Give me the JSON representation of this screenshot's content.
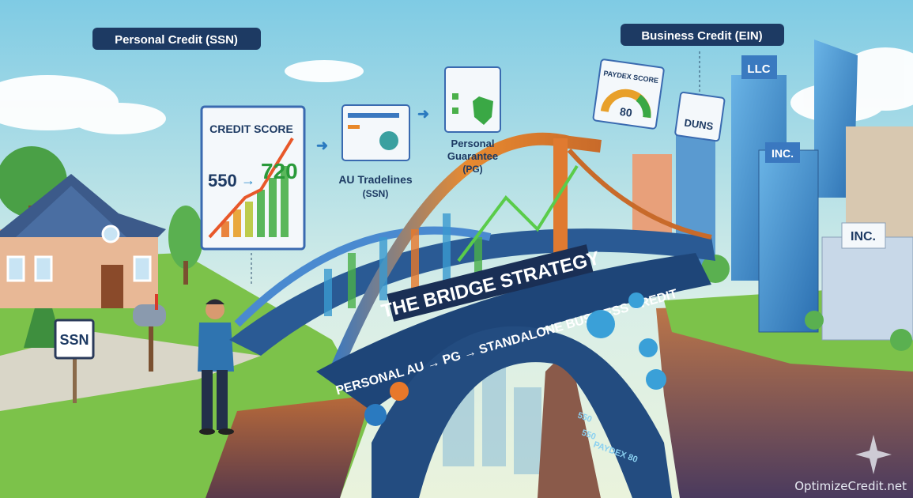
{
  "labels": {
    "personal_credit": "Personal Credit (SSN)",
    "business_credit": "Business Credit (EIN)"
  },
  "credit_score_card": {
    "title": "CREDIT SCORE",
    "from": "550",
    "arrow": "→",
    "to": "720"
  },
  "au_tradelines": {
    "line1": "AU Tradelines",
    "line2": "(SSN)"
  },
  "personal_guarantee": {
    "line1": "Personal",
    "line2": "Guarantee",
    "line3": "(PG)"
  },
  "bridge": {
    "title": "THE BRIDGE STRATEGY",
    "subtitle": "PERSONAL AU → PG → STANDALONE BUSINESS CREDIT",
    "screen_text_1": "550",
    "screen_text_2": "550",
    "screen_text_3": "PAYDEX 80"
  },
  "sign_ssn": "SSN",
  "paydex": {
    "title": "PAYDEX SCORE",
    "value": "80"
  },
  "duns": "DUNS",
  "buildings": {
    "llc": "LLC",
    "inc1": "INC.",
    "inc2": "INC."
  },
  "watermark": "OptimizeCredit.net",
  "colors": {
    "label_bg": "#1d3a63",
    "sky": "#a9dcec",
    "grass": "#7cc24a",
    "bridge": "#2a5a94",
    "accent_green": "#3aa845",
    "accent_orange": "#e8782a"
  }
}
